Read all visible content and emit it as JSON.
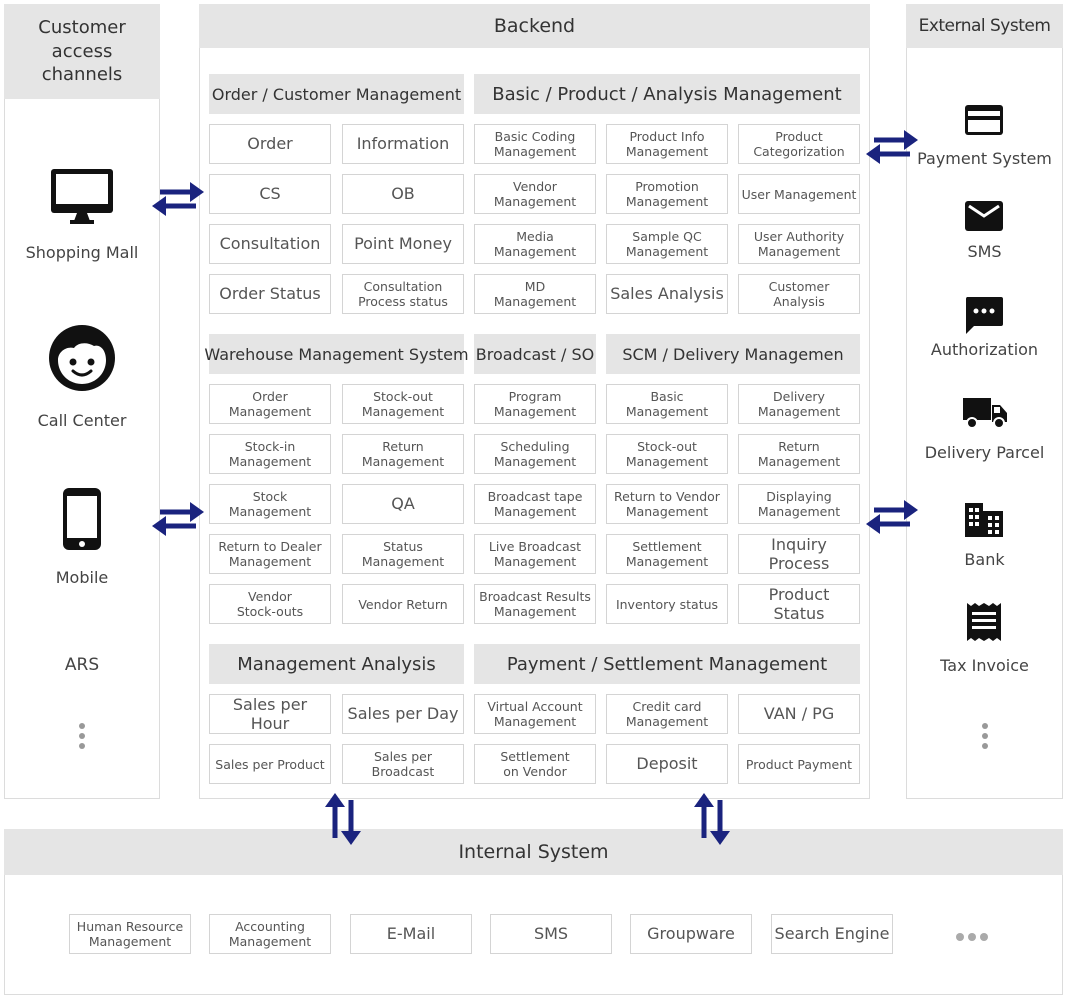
{
  "left": {
    "title": "Customer access channels",
    "channels": [
      "Shopping Mall",
      "Call Center",
      "Mobile",
      "ARS"
    ],
    "icons": [
      "desktop-icon",
      "smiley-face-icon",
      "smartphone-icon"
    ]
  },
  "backend": {
    "title": "Backend",
    "sections": {
      "order": {
        "title": "Order / Customer Management",
        "items": [
          "Order",
          "Information",
          "CS",
          "OB",
          "Consultation",
          "Point Money",
          "Order Status",
          "Consultation\nProcess status"
        ]
      },
      "basic": {
        "title": "Basic / Product / Analysis Management",
        "items": [
          "Basic Coding\nManagement",
          "Product Info\nManagement",
          "Product\nCategorization",
          "Vendor\nManagement",
          "Promotion\nManagement",
          "User Management",
          "Media\nManagement",
          "Sample QC\nManagement",
          "User Authority\nManagement",
          "MD\nManagement",
          "Sales Analysis",
          "Customer Analysis"
        ]
      },
      "wms": {
        "title": "Warehouse Management System",
        "items": [
          "Order\nManagement",
          "Stock-out\nManagement",
          "Stock-in\nManagement",
          "Return\nManagement",
          "Stock\nManagement",
          "QA",
          "Return to Dealer\nManagement",
          "Status\nManagement",
          "Vendor\nStock-outs",
          "Vendor Return"
        ]
      },
      "broadcast": {
        "title": "Broadcast / SO",
        "items": [
          "Program\nManagement",
          "Scheduling\nManagement",
          "Broadcast tape\nManagement",
          "Live Broadcast\nManagement",
          "Broadcast Results\nManagement"
        ]
      },
      "scm": {
        "title": "SCM / Delivery Managemen",
        "items": [
          "Basic Management",
          "Delivery\nManagement",
          "Stock-out\nManagement",
          "Return\nManagement",
          "Return to Vendor\nManagement",
          "Displaying\nManagement",
          "Settlement\nManagement",
          "Inquiry Process",
          "Inventory status",
          "Product Status"
        ]
      },
      "analysis": {
        "title": "Management Analysis",
        "items": [
          "Sales per Hour",
          "Sales per Day",
          "Sales per Product",
          "Sales per Broadcast"
        ]
      },
      "payment": {
        "title": "Payment / Settlement Management",
        "items": [
          "Virtual Account\nManagement",
          "Credit card\nManagement",
          "VAN / PG",
          "Settlement\non Vendor",
          "Deposit",
          "Product Payment"
        ]
      }
    }
  },
  "right": {
    "title": "External System",
    "systems": [
      "Payment System",
      "SMS",
      "Authorization",
      "Delivery Parcel",
      "Bank",
      "Tax Invoice"
    ],
    "icons": [
      "credit-card-icon",
      "envelope-icon",
      "chat-bubble-icon",
      "truck-icon",
      "building-icon",
      "receipt-icon"
    ]
  },
  "internal": {
    "title": "Internal System",
    "items": [
      "Human Resource\nManagement",
      "Accounting\nManagement",
      "E-Mail",
      "SMS",
      "Groupware",
      "Search Engine"
    ]
  },
  "colors": {
    "arrow": "#1a237e",
    "header_bg": "#e5e5e5",
    "border": "#d4d4d4",
    "icon": "#111111"
  }
}
